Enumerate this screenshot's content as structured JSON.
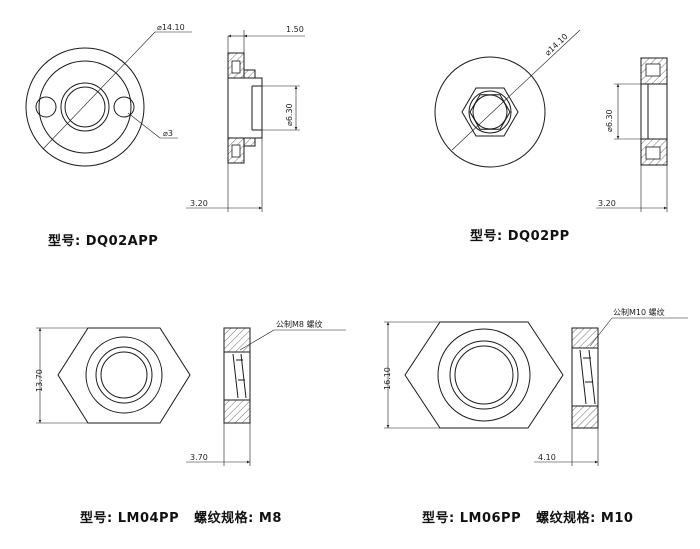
{
  "parts": [
    {
      "caption": "型号: DQ02APP",
      "dims": {
        "outer_dia": "14.10",
        "hole_dia": "3",
        "thickness": "1.50",
        "inner_dia": "6.30",
        "height": "3.20"
      }
    },
    {
      "caption": "型号: DQ02PP",
      "dims": {
        "outer_dia": "14.10",
        "inner_dia": "6.30",
        "height": "3.20"
      }
    },
    {
      "caption": "型号: LM04PP   螺纹规格: M8",
      "dims": {
        "across_flats": "13.70",
        "thread_note": "公制M8 螺纹",
        "thickness": "3.70"
      }
    },
    {
      "caption": "型号: LM06PP   螺纹规格: M10",
      "dims": {
        "across_flats": "16.10",
        "thread_note": "公制M10 螺纹",
        "thickness": "4.10"
      }
    }
  ]
}
